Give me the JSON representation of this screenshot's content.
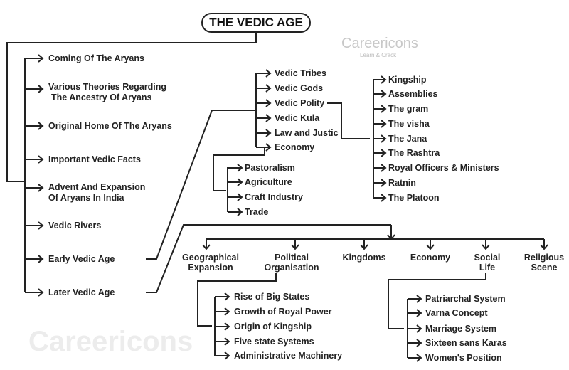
{
  "title": "THE VEDIC AGE",
  "watermark": {
    "brand": "Careericons",
    "tagline": "Learn & Crack"
  },
  "main_topics": [
    "Coming Of The Aryans",
    "Various Theories Regarding",
    "The Ancestry Of Aryans",
    "Original Home Of The Aryans",
    "Important Vedic Facts",
    "Advent And Expansion",
    "Of Aryans In India",
    "Vedic Rivers",
    "Early Vedic Age",
    "Later Vedic Age"
  ],
  "early_vedic": [
    "Vedic Tribes",
    "Vedic Gods",
    "Vedic Polity",
    "Vedic Kula",
    "Law and Justic",
    "Economy"
  ],
  "economy": [
    "Pastoralism",
    "Agriculture",
    "Craft Industry",
    "Trade"
  ],
  "polity": [
    "Kingship",
    "Assemblies",
    "The gram",
    "The visha",
    "The Jana",
    "The Rashtra",
    "Royal Officers & Ministers",
    "Ratnin",
    "The Platoon"
  ],
  "later_vedic": [
    {
      "l1": "Geographical",
      "l2": "Expansion"
    },
    {
      "l1": "Political",
      "l2": "Organisation"
    },
    {
      "l1": "Kingdoms",
      "l2": ""
    },
    {
      "l1": "Economy",
      "l2": ""
    },
    {
      "l1": "Social",
      "l2": "Life"
    },
    {
      "l1": "Religious",
      "l2": "Scene"
    }
  ],
  "political_org": [
    "Rise of Big States",
    "Growth of Royal Power",
    "Origin of Kingship",
    "Five state Systems",
    "Administrative Machinery"
  ],
  "social_life": [
    "Patriarchal System",
    "Varna Concept",
    "Marriage System",
    "Sixteen sans Karas",
    "Women's Position"
  ]
}
